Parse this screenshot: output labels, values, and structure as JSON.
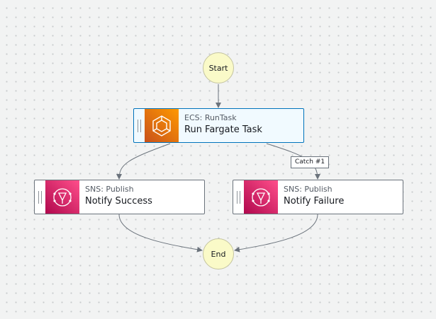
{
  "start": {
    "label": "Start"
  },
  "end": {
    "label": "End"
  },
  "states": [
    {
      "type": "ECS: RunTask",
      "name": "Run Fargate Task",
      "icon": "ecs-icon",
      "selected": true
    },
    {
      "type": "SNS: Publish",
      "name": "Notify Success",
      "icon": "sns-icon"
    },
    {
      "type": "SNS: Publish",
      "name": "Notify Failure",
      "icon": "sns-icon"
    }
  ],
  "edges": [
    {
      "from": "Start",
      "to": "Run Fargate Task"
    },
    {
      "from": "Run Fargate Task",
      "to": "Notify Success"
    },
    {
      "from": "Run Fargate Task",
      "to": "Notify Failure",
      "label": "Catch #1"
    },
    {
      "from": "Notify Success",
      "to": "End"
    },
    {
      "from": "Notify Failure",
      "to": "End"
    }
  ],
  "colors": {
    "canvas": "#f2f3f3",
    "terminal_node": "#fafac8",
    "selected_border": "#0073bb",
    "selected_fill": "#f1faff",
    "ecs_orange": "#ff9900",
    "sns_pink": "#e7157b",
    "edge": "#6b737c"
  }
}
